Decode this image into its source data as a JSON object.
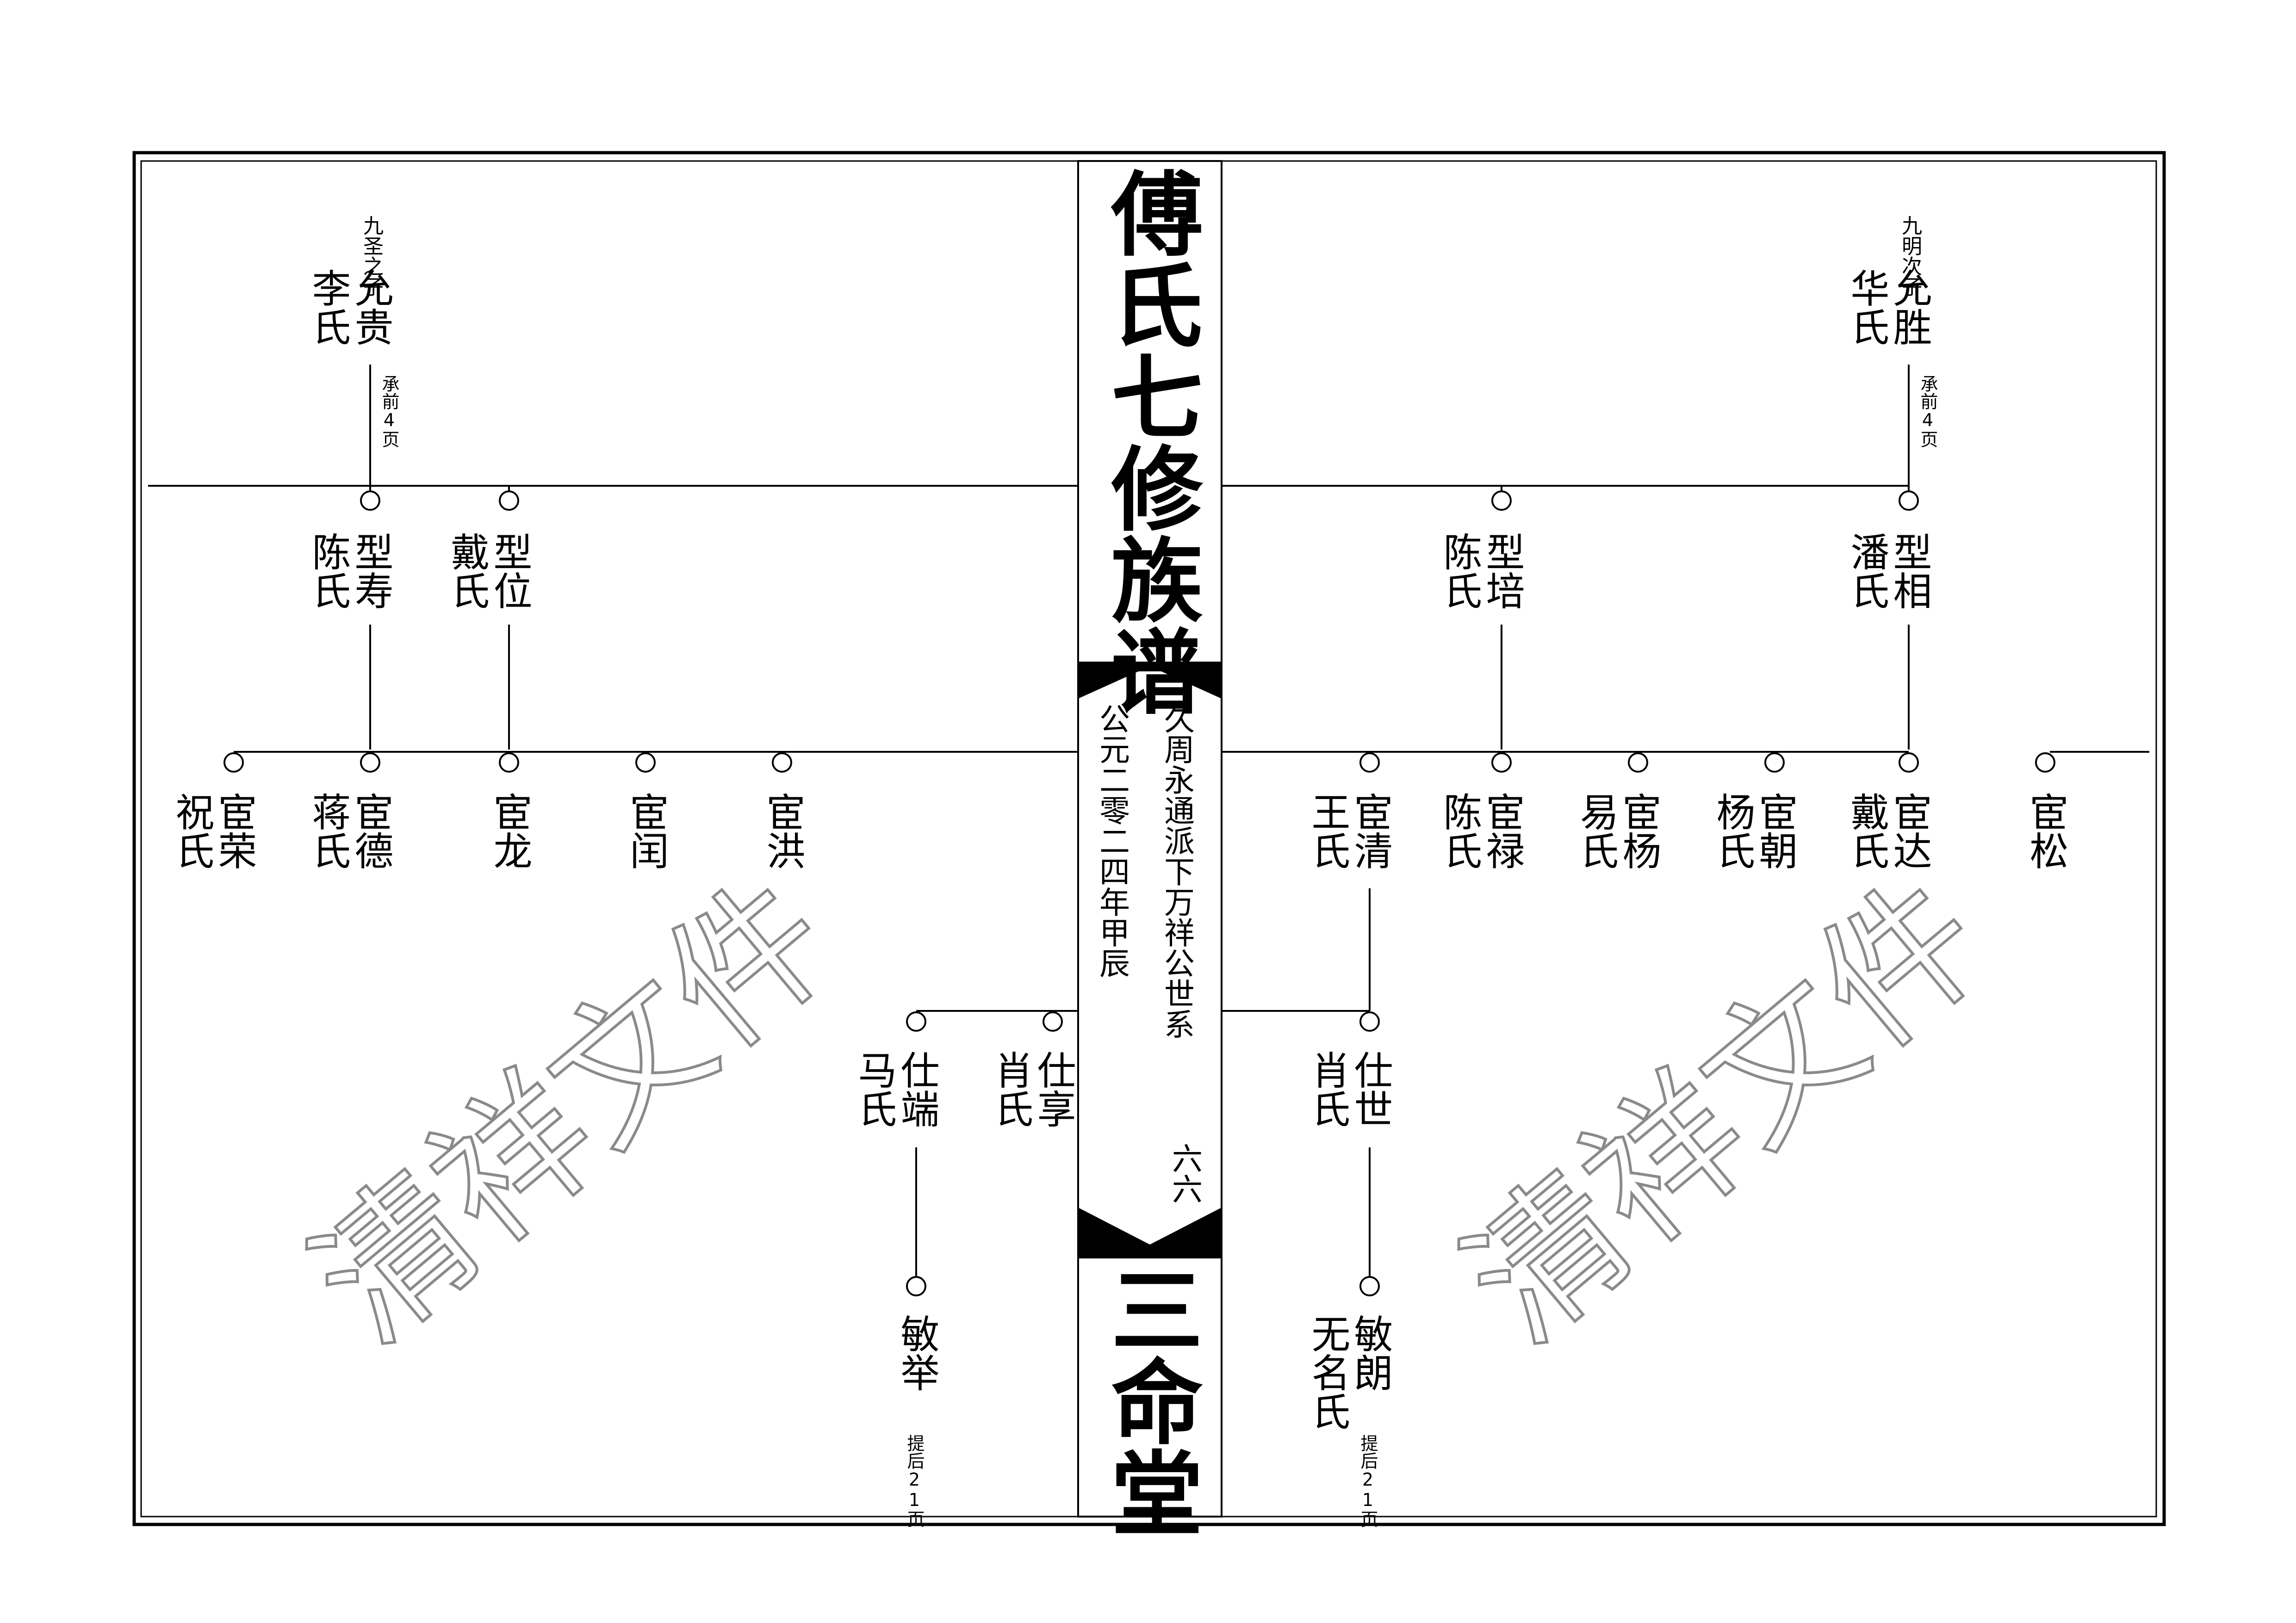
{
  "header": {
    "book_title": "傅氏七修族谱",
    "hall_name": "三命堂",
    "lineage": "久周永通派下万祥公世系",
    "year": "公元二零二四年甲辰",
    "page_number": "六六"
  },
  "watermark": "清祥文件",
  "left_page": {
    "gen1": {
      "name": "允贵",
      "spouse": "李氏",
      "note": "九圣之子",
      "ref": "承前4页"
    },
    "gen2": [
      {
        "name": "型寿",
        "spouse": "陈氏"
      },
      {
        "name": "型位",
        "spouse": "戴氏"
      }
    ],
    "gen3": [
      {
        "name": "宦荣",
        "spouse": "祝氏"
      },
      {
        "name": "宦德",
        "spouse": "蒋氏"
      },
      {
        "name": "宦龙",
        "spouse": ""
      },
      {
        "name": "宦闰",
        "spouse": ""
      },
      {
        "name": "宦洪",
        "spouse": ""
      }
    ],
    "gen4": [
      {
        "name": "仕端",
        "spouse": "马氏"
      },
      {
        "name": "仕享",
        "spouse": "肖氏"
      }
    ],
    "gen5": [
      {
        "name": "敏举",
        "spouse": "",
        "ref": "提后21页"
      }
    ]
  },
  "right_page": {
    "gen1": {
      "name": "允胜",
      "spouse": "华氏",
      "note": "九明次子",
      "ref": "承前4页"
    },
    "gen2": [
      {
        "name": "型培",
        "spouse": "陈氏"
      },
      {
        "name": "型相",
        "spouse": "潘氏"
      }
    ],
    "gen3": [
      {
        "name": "宦清",
        "spouse": "王氏"
      },
      {
        "name": "宦禄",
        "spouse": "陈氏"
      },
      {
        "name": "宦杨",
        "spouse": "易氏"
      },
      {
        "name": "宦朝",
        "spouse": "杨氏"
      },
      {
        "name": "宦达",
        "spouse": "戴氏"
      },
      {
        "name": "宦松",
        "spouse": ""
      }
    ],
    "gen4": [
      {
        "name": "仕世",
        "spouse": "肖氏"
      }
    ],
    "gen5": [
      {
        "name": "敏朗",
        "spouse": "无名氏",
        "ref": "提后21页"
      }
    ]
  }
}
